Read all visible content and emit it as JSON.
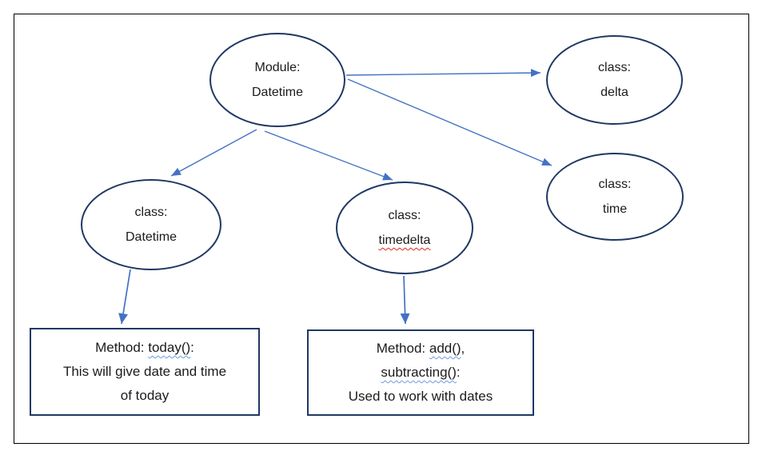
{
  "diagram": {
    "title_implicit": "Python Datetime module structure",
    "nodes": {
      "module": {
        "line1": "Module:",
        "line2": "Datetime"
      },
      "delta": {
        "line1": "class:",
        "line2": "delta"
      },
      "time": {
        "line1": "class:",
        "line2": "time"
      },
      "datetime": {
        "line1": "class:",
        "line2": "Datetime"
      },
      "timedelta": {
        "line1": "class:",
        "line2": "timedelta"
      }
    },
    "boxes": {
      "today": {
        "line1_prefix": "Method: ",
        "line1_method": "today()",
        "line1_suffix": ":",
        "line2": "This will give date and time",
        "line3": "of today"
      },
      "add": {
        "line1_prefix": "Method: ",
        "line1_method": "add()",
        "line1_suffix": ",",
        "line2_method": "subtracting()",
        "line2_suffix": ":",
        "line3": "Used to work with dates"
      }
    },
    "edges": [
      {
        "from": "module",
        "to": "delta"
      },
      {
        "from": "module",
        "to": "time"
      },
      {
        "from": "module",
        "to": "datetime"
      },
      {
        "from": "module",
        "to": "timedelta"
      },
      {
        "from": "datetime",
        "to": "today_box"
      },
      {
        "from": "timedelta",
        "to": "add_box"
      }
    ],
    "colors": {
      "shape_border": "#1f3864",
      "arrow_blue": "#4472c4",
      "text": "#1b1b1b",
      "frame_border": "#000000",
      "spellcheck_red_underline": "#e02b20",
      "grammar_blue_underline": "#6a9ce8",
      "background": "#ffffff"
    }
  }
}
